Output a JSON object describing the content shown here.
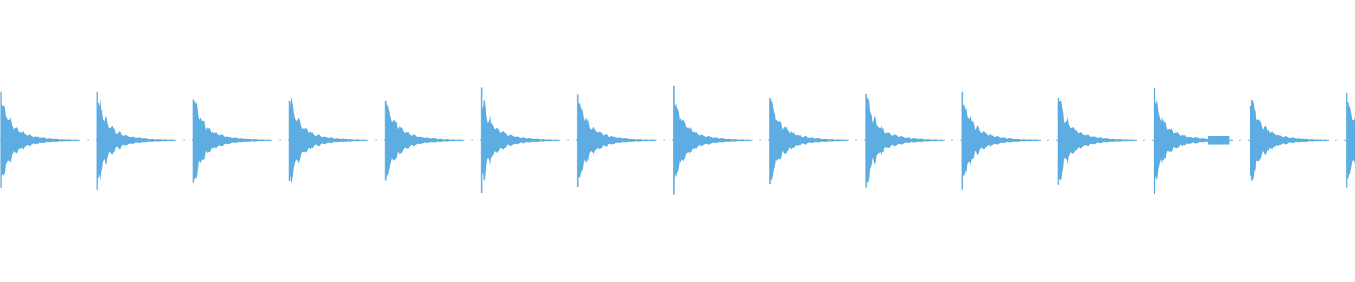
{
  "waveform": {
    "color": "#5dade2",
    "background": "#ffffff",
    "pulses": [
      {
        "peak": 0.69,
        "neg": 0.68
      },
      {
        "peak": 0.69,
        "neg": 0.7
      },
      {
        "peak": 0.58,
        "neg": 0.6
      },
      {
        "peak": 0.56,
        "neg": 0.58
      },
      {
        "peak": 0.56,
        "neg": 0.57
      },
      {
        "peak": 0.75,
        "neg": 0.75
      },
      {
        "peak": 0.65,
        "neg": 0.66
      },
      {
        "peak": 0.77,
        "neg": 0.77
      },
      {
        "peak": 0.6,
        "neg": 0.62
      },
      {
        "peak": 0.66,
        "neg": 0.67
      },
      {
        "peak": 0.69,
        "neg": 0.7
      },
      {
        "peak": 0.6,
        "neg": 0.63
      },
      {
        "peak": 0.74,
        "neg": 0.76
      },
      {
        "peak": 0.49,
        "neg": 0.5
      },
      {
        "peak": 0.67,
        "neg": 0.67
      }
    ]
  }
}
